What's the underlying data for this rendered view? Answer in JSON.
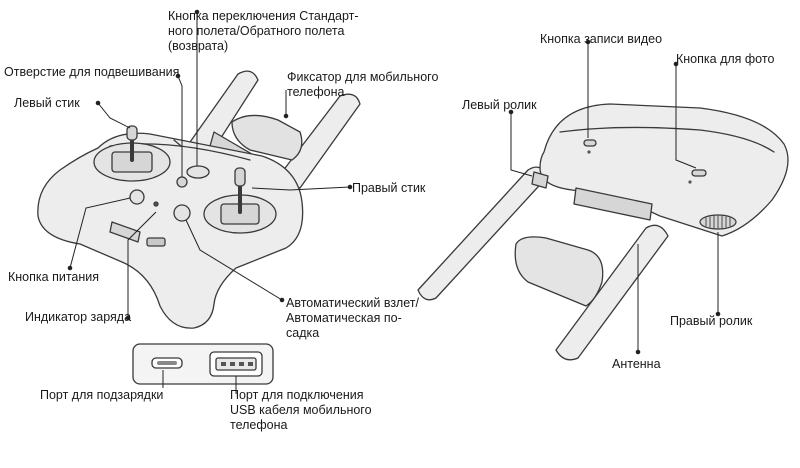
{
  "labels": {
    "mode_button": "Кнопка переключения Стандарт-\nного полета/Обратного полета\n(возврата)",
    "hanging_hole": "Отверстие для подвешивания",
    "phone_clamp": "Фиксатор для мобильного\nтелефона",
    "left_stick": "Левый стик",
    "right_stick": "Правый стик",
    "power_button": "Кнопка питания",
    "charge_indicator": "Индикатор заряда",
    "auto_takeoff": "Автоматический взлет/\nАвтоматическая по-\nсадка",
    "charging_port": "Порт для подзарядки",
    "usb_port": "Порт для подключения\nUSB кабеля мобильного\nтелефона",
    "record_button": "Кнопка записи видео",
    "photo_button": "Кнопка для фото",
    "left_dial": "Левый ролик",
    "right_dial": "Правый ролик",
    "antenna": "Антенна"
  },
  "colors": {
    "outline": "#3a3a3a",
    "body_fill": "#ededed",
    "shade": "#d6d6d6",
    "leader": "#222222",
    "text": "#1a1a1a"
  }
}
